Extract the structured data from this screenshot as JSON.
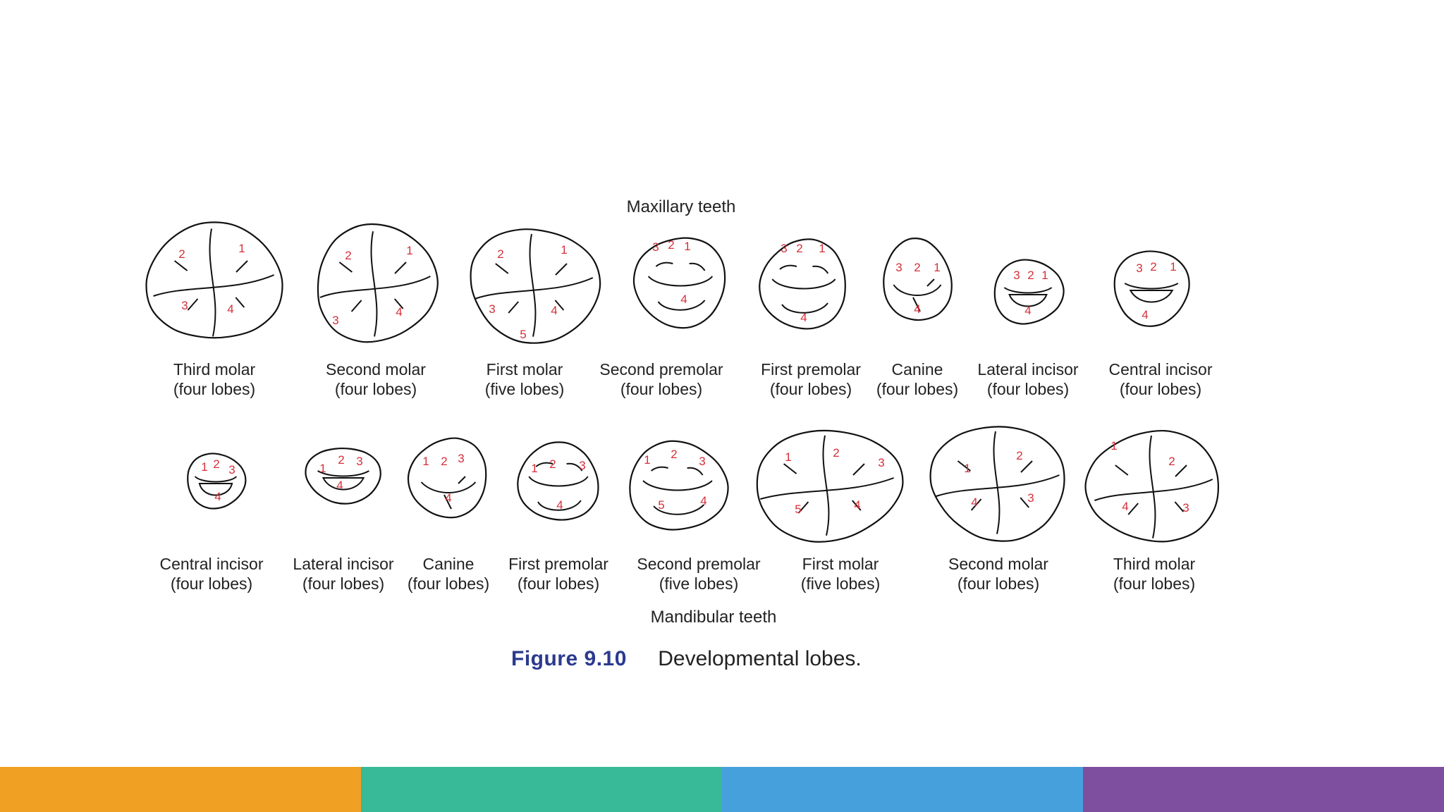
{
  "figure": {
    "maxillary_title": "Maxillary teeth",
    "mandibular_title": "Mandibular teeth",
    "caption_number": "Figure 9.10",
    "caption_text": "Developmental lobes."
  },
  "maxillary": [
    {
      "name": "Third molar",
      "lobes": "(four lobes)",
      "numbers": [
        "2",
        "1",
        "3",
        "4"
      ]
    },
    {
      "name": "Second molar",
      "lobes": "(four lobes)",
      "numbers": [
        "2",
        "1",
        "3",
        "4"
      ]
    },
    {
      "name": "First molar",
      "lobes": "(five lobes)",
      "numbers": [
        "2",
        "1",
        "3",
        "4",
        "5"
      ]
    },
    {
      "name": "Second premolar",
      "lobes": "(four lobes)",
      "numbers": [
        "3",
        "2",
        "1",
        "4"
      ]
    },
    {
      "name": "First premolar",
      "lobes": "(four lobes)",
      "numbers": [
        "3",
        "2",
        "1",
        "4"
      ]
    },
    {
      "name": "Canine",
      "lobes": "(four lobes)",
      "numbers": [
        "3",
        "2",
        "1",
        "4"
      ]
    },
    {
      "name": "Lateral incisor",
      "lobes": "(four lobes)",
      "numbers": [
        "3",
        "2",
        "1",
        "4"
      ]
    },
    {
      "name": "Central incisor",
      "lobes": "(four lobes)",
      "numbers": [
        "3",
        "2",
        "1",
        "4"
      ]
    }
  ],
  "mandibular": [
    {
      "name": "Central incisor",
      "lobes": "(four lobes)",
      "numbers": [
        "1",
        "2",
        "3",
        "4"
      ]
    },
    {
      "name": "Lateral incisor",
      "lobes": "(four lobes)",
      "numbers": [
        "1",
        "2",
        "3",
        "4"
      ]
    },
    {
      "name": "Canine",
      "lobes": "(four lobes)",
      "numbers": [
        "1",
        "2",
        "3",
        "4"
      ]
    },
    {
      "name": "First premolar",
      "lobes": "(four lobes)",
      "numbers": [
        "1",
        "2",
        "3",
        "4"
      ]
    },
    {
      "name": "Second premolar",
      "lobes": "(five lobes)",
      "numbers": [
        "1",
        "2",
        "3",
        "4",
        "5"
      ]
    },
    {
      "name": "First molar",
      "lobes": "(five lobes)",
      "numbers": [
        "1",
        "2",
        "3",
        "5",
        "4"
      ]
    },
    {
      "name": "Second molar",
      "lobes": "(four lobes)",
      "numbers": [
        "1",
        "2",
        "4",
        "3"
      ]
    },
    {
      "name": "Third molar",
      "lobes": "(four lobes)",
      "numbers": [
        "1",
        "2",
        "4",
        "3"
      ]
    }
  ],
  "colors": {
    "lobe_number": "#d6303a",
    "outline": "#111111",
    "caption_number": "#2b3a8f",
    "bar": [
      "#f0a023",
      "#38b997",
      "#46a0db",
      "#7e4f9e"
    ]
  }
}
